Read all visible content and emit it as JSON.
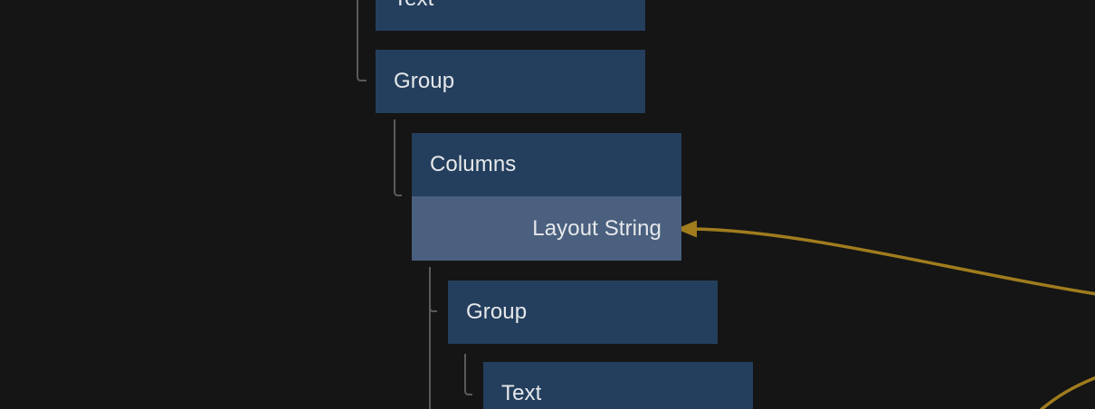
{
  "canvas": {
    "type": "node-graph-tree-view",
    "background": "#151515"
  },
  "colors": {
    "node_fill": "#243f5d",
    "highlight_row_fill": "#4a607e",
    "label_text": "#e6e8eb",
    "tree_line": "#5a5a5a",
    "wire": "#a07c1e"
  },
  "tree": {
    "nodes": [
      {
        "label": "Text",
        "depth": 1,
        "clipped": "top"
      },
      {
        "label": "Group",
        "depth": 1
      },
      {
        "label": "Columns",
        "depth": 2,
        "input_row": {
          "label": "Layout String",
          "highlighted": true,
          "incoming_wire": true
        }
      },
      {
        "label": "Group",
        "depth": 3
      },
      {
        "label": "Text",
        "depth": 4,
        "clipped": "bottom"
      }
    ]
  },
  "wires": {
    "count": 2,
    "color": "#a07c1e",
    "arrow_target": "Layout String",
    "description": "Gold connection wires entering from off-screen right; one ends with left-pointing arrowhead at the Layout String input row, one crosses the bottom-right corner."
  }
}
